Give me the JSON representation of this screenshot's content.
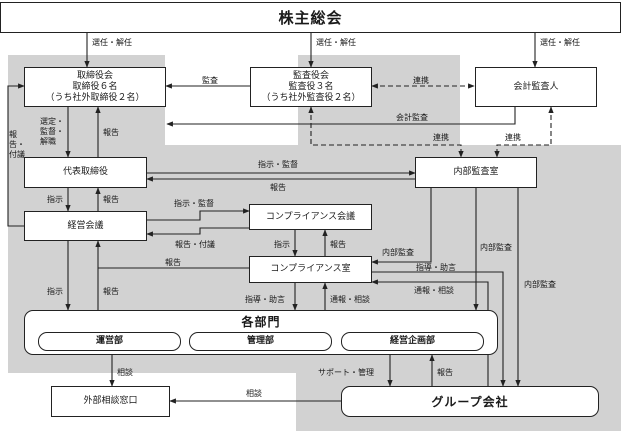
{
  "nodes": {
    "shareholders": "株主総会",
    "board": {
      "title": "取締役会",
      "line2": "取締役６名",
      "line3": "（うち社外取締役２名）"
    },
    "audit_board": {
      "title": "監査役会",
      "line2": "監査役３名",
      "line3": "（うち社外監査役２名）"
    },
    "accounting_auditor": "会計監査人",
    "representative_director": "代表取締役",
    "internal_audit": "内部監査室",
    "management_meeting": "経営会議",
    "compliance_committee": "コンプライアンス会議",
    "compliance_office": "コンプライアンス室",
    "departments": {
      "title": "各部門",
      "ops": "運営部",
      "admin": "管理部",
      "planning": "経営企画部"
    },
    "external_consultation": "外部相談窓口",
    "group_companies": "グループ会社"
  },
  "labels": {
    "elect_dismiss": "選任・解任",
    "audit": "監査",
    "coordination": "連携",
    "accounting_audit": "会計監査",
    "report": "報告",
    "report_submit": "報告・付議",
    "select_supervise_dismiss": "選定・監督・解職",
    "instruct_supervise": "指示・監督",
    "instruct": "指示",
    "internal_audit": "内部監査",
    "guidance_advice": "指導・助言",
    "notice_consult": "通報・相談",
    "consult": "相談",
    "support_manage": "サポート・管理"
  },
  "colors": {
    "region_gray": "#d2d2d2",
    "line": "#222222",
    "box_fill": "#ffffff"
  }
}
